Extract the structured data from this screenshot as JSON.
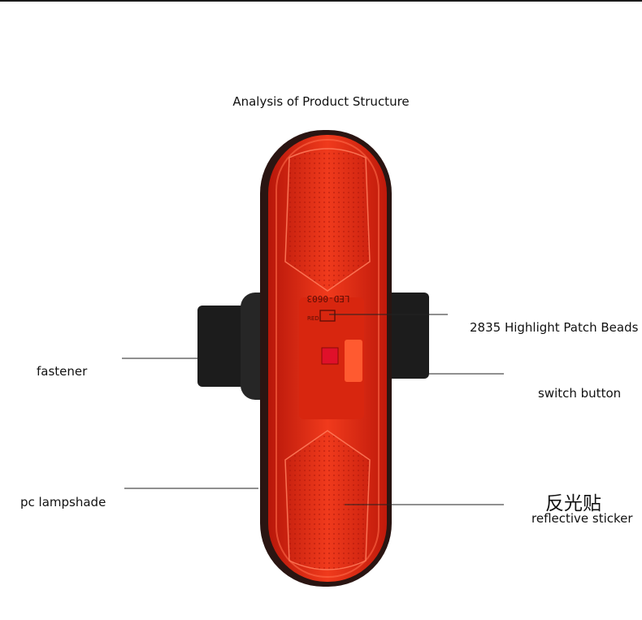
{
  "title": "Analysis of Product Structure",
  "labels": {
    "patch_beads": "2835 Highlight Patch Beads",
    "fastener": "fastener",
    "switch_button": "switch button",
    "pc_lampshade": "pc lampshade",
    "reflective_sticker_cn": "反光贴",
    "reflective_sticker_en": "reflective sticker"
  },
  "markings": {
    "model": "LED-0603",
    "red_label": "RED"
  },
  "colors": {
    "lens_red": "#e62a12",
    "body_dark": "#2a1512",
    "mount_black": "#1c1c1c",
    "leader_line": "#222222"
  }
}
